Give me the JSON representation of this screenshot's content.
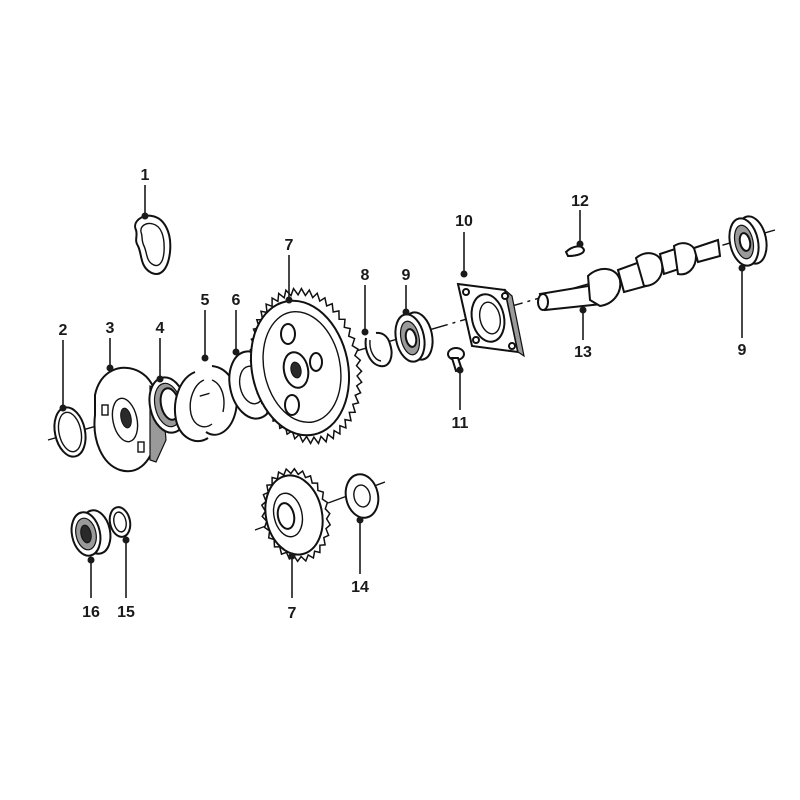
{
  "callouts": [
    {
      "id": "c1",
      "text": "1"
    },
    {
      "id": "c2",
      "text": "2"
    },
    {
      "id": "c3",
      "text": "3"
    },
    {
      "id": "c4",
      "text": "4"
    },
    {
      "id": "c5",
      "text": "5"
    },
    {
      "id": "c6",
      "text": "6"
    },
    {
      "id": "c7a",
      "text": "7"
    },
    {
      "id": "c7b",
      "text": "7"
    },
    {
      "id": "c8",
      "text": "8"
    },
    {
      "id": "c9a",
      "text": "9"
    },
    {
      "id": "c9b",
      "text": "9"
    },
    {
      "id": "c10",
      "text": "10"
    },
    {
      "id": "c11",
      "text": "11"
    },
    {
      "id": "c12",
      "text": "12"
    },
    {
      "id": "c13",
      "text": "13"
    },
    {
      "id": "c14",
      "text": "14"
    },
    {
      "id": "c15",
      "text": "15"
    },
    {
      "id": "c16",
      "text": "16"
    }
  ]
}
